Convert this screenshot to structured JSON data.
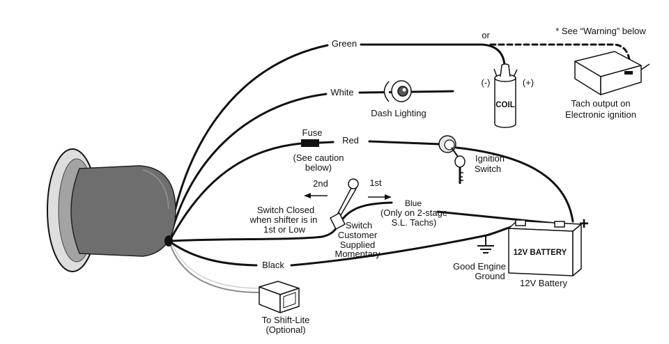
{
  "wires": {
    "green": "Green",
    "white": "White",
    "red": "Red",
    "blue": "Blue",
    "black": "Black"
  },
  "notes": {
    "or": "or",
    "warning": "* See “Warning” below"
  },
  "coil": {
    "negative": "(-)",
    "positive": "(+)",
    "label": "COIL"
  },
  "tach_output": {
    "lines": [
      "Tach output on",
      "Electronic ignition"
    ]
  },
  "dash_lighting": {
    "label": "Dash Lighting"
  },
  "fuse": {
    "label": "Fuse",
    "caution": [
      "(See caution",
      "below)"
    ]
  },
  "ignition_switch": {
    "lines": [
      "Ignition",
      "Switch"
    ]
  },
  "shifter": {
    "second_gear": "2nd",
    "first_gear": "1st",
    "switch_closed": [
      "Switch Closed",
      "when shifter is in",
      "1st or Low"
    ],
    "switch_type": [
      "Switch",
      "Customer",
      "Supplied",
      "Momentary"
    ]
  },
  "blue_note": [
    "(Only on 2-stage",
    "S.L. Tachs)"
  ],
  "ground": {
    "lines": [
      "Good Engine",
      "Ground"
    ]
  },
  "battery": {
    "label": "12V BATTERY",
    "positive_terminal": "+",
    "caption": "12V Battery"
  },
  "shift_lite": {
    "lines": [
      "To Shift-Lite",
      "(Optional)"
    ]
  }
}
